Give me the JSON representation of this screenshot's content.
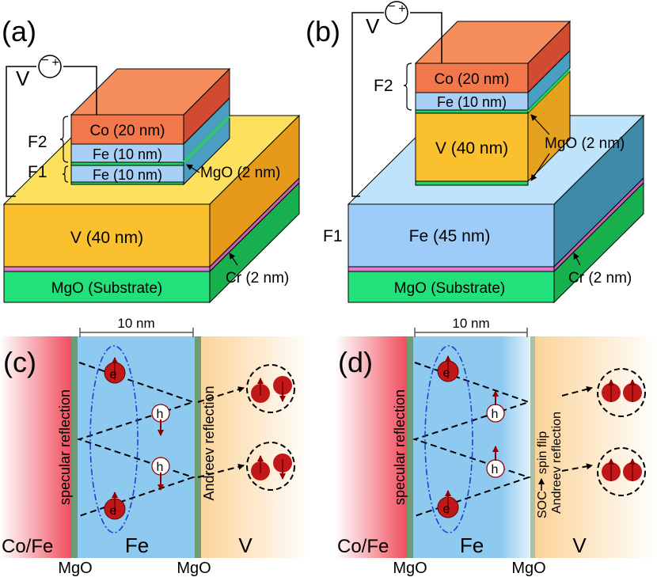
{
  "colors": {
    "co": "#f2784b",
    "fe_layer": "#a8cff5",
    "v_layer": "#fbc02d",
    "mgo": "#22d45a",
    "cr": "#e07ad0",
    "substrate": "#22e07a",
    "fe_thick": "#9dccf8",
    "electron": "#c01818",
    "arrow": "#8b0000",
    "ellipse": "#2040d0",
    "left_grad": "#f04a5a",
    "right_grad": "#fbd9a5",
    "center": "#8ec9ef"
  },
  "panel_a": {
    "label": "(a)",
    "voltage": "V",
    "minus": "−",
    "plus": "+",
    "f2": "F2",
    "f1": "F1",
    "co": "Co (20 nm)",
    "fe_top": "Fe (10 nm)",
    "fe_bottom": "Fe (10 nm)",
    "mgo": "MgO (2 nm)",
    "v": "V (40 nm)",
    "substrate": "MgO (Substrate)",
    "cr": "Cr (2 nm)"
  },
  "panel_b": {
    "label": "(b)",
    "voltage": "V",
    "minus": "−",
    "plus": "+",
    "f2": "F2",
    "f1": "F1",
    "co": "Co (20 nm)",
    "fe_top": "Fe (10 nm)",
    "v": "V (40 nm)",
    "mgo": "MgO (2 nm)",
    "fe_thick": "Fe (45 nm)",
    "substrate": "MgO (Substrate)",
    "cr": "Cr (2 nm)"
  },
  "panel_c": {
    "label": "(c)",
    "scale": "10 nm",
    "left": "Co/Fe",
    "center": "Fe",
    "right": "V",
    "mgo_left": "MgO",
    "mgo_right": "MgO",
    "specular": "specular reflection",
    "andreev": "Andreev reflection",
    "electron": "e",
    "electron_sup": "−",
    "hole": "h",
    "hole_sup": "+"
  },
  "panel_d": {
    "label": "(d)",
    "scale": "10 nm",
    "left": "Co/Fe",
    "center": "Fe",
    "right": "V",
    "mgo_left": "MgO",
    "mgo_right": "MgO",
    "specular": "specular reflection",
    "soc": "SOC",
    "spin_flip": "spin flip",
    "andreev": "Andreev reflection",
    "electron": "e",
    "electron_sup": "−",
    "hole": "h",
    "hole_sup": "+"
  }
}
